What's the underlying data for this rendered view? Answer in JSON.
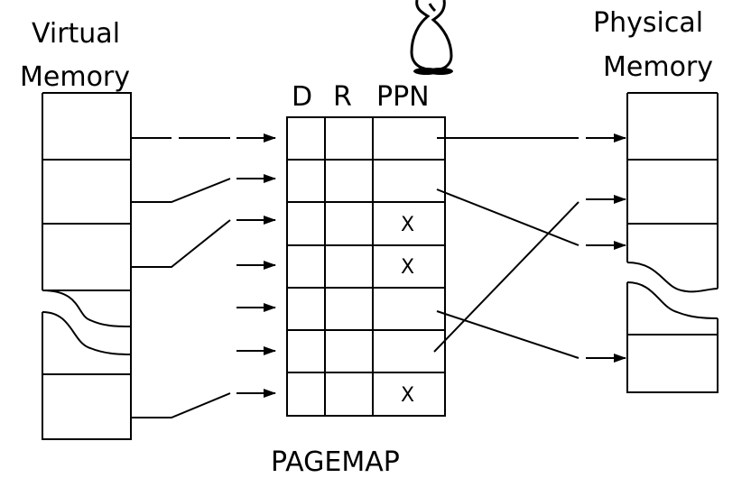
{
  "labels": {
    "virtual_line1": "Virtual",
    "virtual_line2": "Memory",
    "physical_line1": "Physical",
    "physical_line2": "Memory",
    "pagemap": "PAGEMAP"
  },
  "columns": [
    "D",
    "R",
    "PPN"
  ],
  "pagemap_rows": [
    {
      "ppn": ""
    },
    {
      "ppn": ""
    },
    {
      "ppn": "X"
    },
    {
      "ppn": "X"
    },
    {
      "ppn": ""
    },
    {
      "ppn": ""
    },
    {
      "ppn": "X"
    }
  ],
  "colors": {
    "stroke": "#000000",
    "background": "#ffffff"
  },
  "icons": [
    "penguin-icon"
  ]
}
